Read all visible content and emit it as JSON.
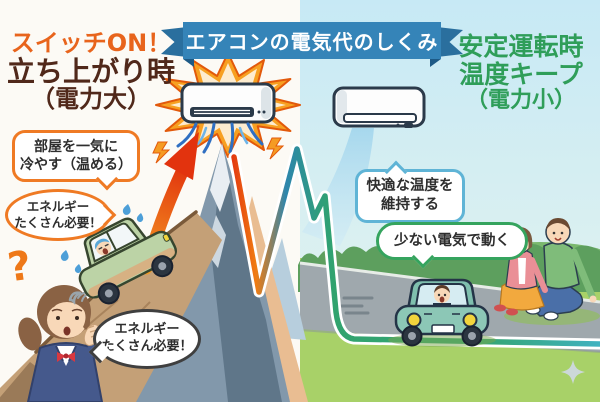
{
  "banner": {
    "title": "エアコンの電気代のしくみ"
  },
  "left": {
    "title_line1": "スイッチON！",
    "title_line2": "立ち上がり時",
    "title_line3": "（電力大）",
    "bubble_room": {
      "line1": "部屋を一気に",
      "line2": "冷やす（温める）"
    },
    "bubble_energy_top": {
      "line1": "エネルギー",
      "line2": "たくさん必要！"
    },
    "bubble_energy_bottom": {
      "line1": "エネルギー",
      "line2": "たくさん必要！"
    },
    "question_mark": "?"
  },
  "right": {
    "title_line1": "安定運転時",
    "title_line2": "温度キープ",
    "title_line3": "（電力小）",
    "bubble_comfort": {
      "line1": "快適な温度を",
      "line2": "維持する"
    },
    "bubble_low_power": {
      "text": "少ない電気で動く"
    }
  },
  "illustration": {
    "left_scene": "car-struggling-up-steep-mountain",
    "right_scene": "car-cruising-flat-road-with-relaxed-couple",
    "left_ac": "air-conditioner-startup-burst",
    "right_ac": "air-conditioner-gentle-breeze",
    "power_line_phases": [
      "startup-spike",
      "settling-oscillation",
      "low-steady-keep"
    ]
  },
  "colors": {
    "banner_blue": "#3584b8",
    "accent_orange": "#e8641c",
    "title_dark": "#50281a",
    "title_green": "#2f9e59",
    "bubble_orange_border": "#ef7a24",
    "bubble_blue_border": "#5fb4d6",
    "bubble_green_border": "#35a45e",
    "line_red": "#e23210",
    "line_teal": "#2e86ad",
    "line_green": "#31a36e",
    "grass": "#a8d168",
    "sky": "#c7e9f5",
    "road": "#9fa8ad"
  }
}
